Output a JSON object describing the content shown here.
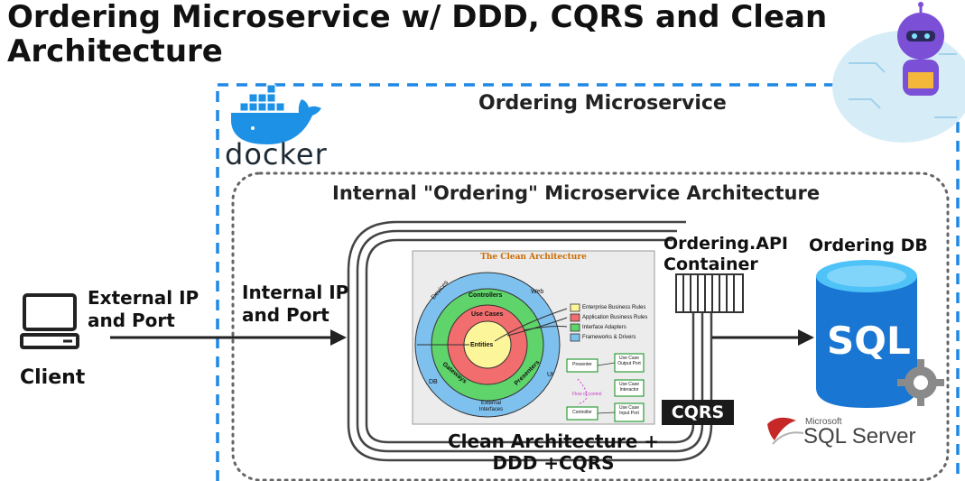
{
  "title": "Ordering Microservice w/ DDD, CQRS and Clean Architecture",
  "outer_box": {
    "title": "Ordering Microservice",
    "docker_label": "docker"
  },
  "inner_box": {
    "title": "Internal \"Ordering\" Microservice Architecture"
  },
  "client": {
    "label": "Client",
    "arrow_label": "External IP and Port"
  },
  "internal_arrow_label": "Internal IP and Port",
  "api_container_label": "Ordering.API Container",
  "database": {
    "title": "Ordering DB",
    "sql_text": "SQL",
    "vendor_small": "Microsoft",
    "vendor": "SQL Server"
  },
  "cqrs_badge": "CQRS",
  "caption": "Clean Architecture + DDD +CQRS",
  "clean_arch": {
    "title": "The Clean Architecture",
    "rings": [
      "Entities",
      "Use Cases",
      "Controllers",
      "Gateways",
      "Presenters",
      "Devices",
      "Web",
      "DB",
      "UI",
      "External Interfaces"
    ],
    "legend": [
      "Enterprise Business Rules",
      "Application Business Rules",
      "Interface Adapters",
      "Frameworks & Drivers"
    ],
    "flow_boxes": [
      "Presenter",
      "Use Case Output Port",
      "Use Case Interactor",
      "Controller",
      "Use Case Input Port"
    ],
    "flow_label": "Flow of control"
  },
  "colors": {
    "dash_blue": "#1e88e5",
    "ring_blue": "#7ec0ee",
    "ring_green": "#5ed46a",
    "ring_red": "#f26d6d",
    "ring_yellow": "#fdf59a",
    "sql_blue": "#1976d2"
  }
}
